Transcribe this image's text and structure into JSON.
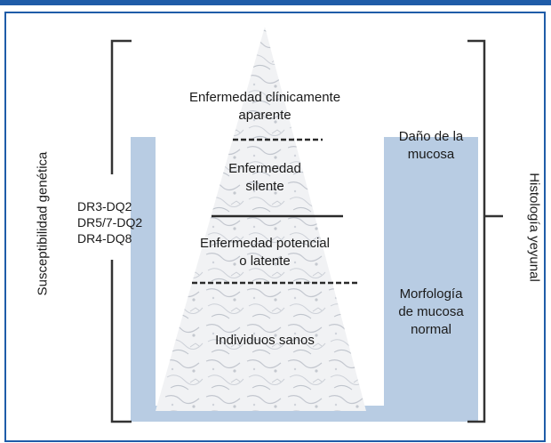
{
  "colors": {
    "top_bar": "#1f5ca8",
    "panel_border": "#1f5ca8",
    "mucosa_fill": "#b8cce3",
    "pyramid_fill": "#f1f2f4",
    "pyramid_texture": "#c7cbd2",
    "divider": "#2a2a2a",
    "bracket": "#333333"
  },
  "diagram": {
    "levels": [
      {
        "lines": [
          "Enfermedad clínicamente",
          "aparente"
        ]
      },
      {
        "lines": [
          "Enfermedad",
          "silente"
        ]
      },
      {
        "lines": [
          "Enfermedad potencial",
          "o latente"
        ]
      },
      {
        "lines": [
          "Individuos sanos"
        ]
      }
    ],
    "left_axis_label": "Susceptibilidad genética",
    "right_axis_label": "Histología yeyunal",
    "haplotypes": [
      "DR3-DQ2",
      "DR5/7-DQ2",
      "DR4-DQ8"
    ],
    "right_labels": {
      "mucosal_damage": [
        "Daño de la",
        "mucosa"
      ],
      "normal_mucosa": [
        "Morfología",
        "de mucosa",
        "normal"
      ]
    }
  }
}
